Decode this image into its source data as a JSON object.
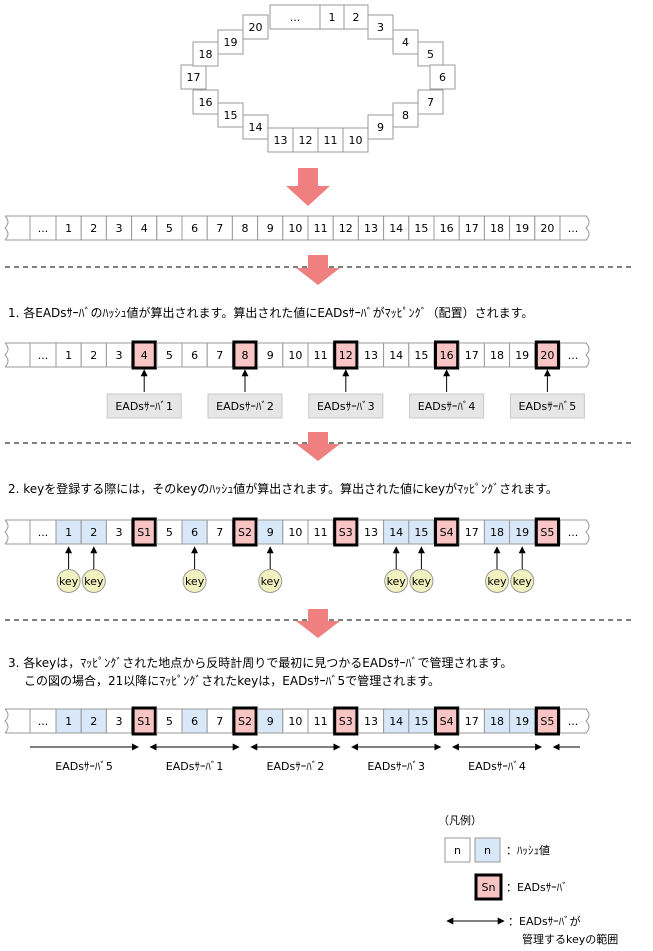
{
  "ring": {
    "cells": [
      "...",
      "1",
      "2",
      "3",
      "4",
      "5",
      "6",
      "7",
      "8",
      "9",
      "10",
      "11",
      "12",
      "13",
      "14",
      "15",
      "16",
      "17",
      "18",
      "19",
      "20"
    ]
  },
  "strip": {
    "ellipsis": "...",
    "cells": [
      "1",
      "2",
      "3",
      "4",
      "5",
      "6",
      "7",
      "8",
      "9",
      "10",
      "11",
      "12",
      "13",
      "14",
      "15",
      "16",
      "17",
      "18",
      "19",
      "20"
    ]
  },
  "step1": {
    "text": "1.  各EADsｻｰﾊﾞのﾊｯｼｭ値が算出されます。算出された値にEADsｻｰﾊﾞがﾏｯﾋﾟﾝｸﾞ（配置）されます。",
    "cells": [
      "1",
      "2",
      "3",
      "4",
      "5",
      "6",
      "7",
      "8",
      "9",
      "10",
      "11",
      "12",
      "13",
      "14",
      "15",
      "16",
      "17",
      "18",
      "19",
      "20"
    ],
    "servers": [
      {
        "cell": "4",
        "label": "EADsｻｰﾊﾞ1"
      },
      {
        "cell": "8",
        "label": "EADsｻｰﾊﾞ2"
      },
      {
        "cell": "12",
        "label": "EADsｻｰﾊﾞ3"
      },
      {
        "cell": "16",
        "label": "EADsｻｰﾊﾞ4"
      },
      {
        "cell": "20",
        "label": "EADsｻｰﾊﾞ5"
      }
    ]
  },
  "step2": {
    "text": "2.  keyを登録する際には，そのkeyのﾊｯｼｭ値が算出されます。算出された値にkeyがﾏｯﾋﾟﾝｸﾞされます。",
    "cells": [
      "1",
      "2",
      "3",
      "S1",
      "5",
      "6",
      "7",
      "S2",
      "9",
      "10",
      "11",
      "S3",
      "13",
      "14",
      "15",
      "S4",
      "17",
      "18",
      "19",
      "S5"
    ],
    "key_label": "key",
    "key_cells": [
      "1",
      "2",
      "6",
      "9",
      "14",
      "15",
      "18",
      "19"
    ]
  },
  "step3": {
    "text_line1": "3.  各keyは，ﾏｯﾋﾟﾝｸﾞされた地点から反時計周りで最初に見つかるEADsｻｰﾊﾞで管理されます。",
    "text_line2": "この図の場合，21以降にﾏｯﾋﾟﾝｸﾞされたkeyは，EADsｻｰﾊﾞ5で管理されます。",
    "cells": [
      "1",
      "2",
      "3",
      "S1",
      "5",
      "6",
      "7",
      "S2",
      "9",
      "10",
      "11",
      "S3",
      "13",
      "14",
      "15",
      "S4",
      "17",
      "18",
      "19",
      "S5"
    ],
    "ranges": [
      "EADsｻｰﾊﾞ5",
      "EADsｻｰﾊﾞ1",
      "EADsｻｰﾊﾞ2",
      "EADsｻｰﾊﾞ3",
      "EADsｻｰﾊﾞ4"
    ]
  },
  "legend": {
    "title": "（凡例）",
    "hash_sample": "n",
    "hash_label": "：ﾊｯｼｭ値",
    "server_sample": "Sn",
    "server_label": "：EADsｻｰﾊﾞ",
    "range_label_1": "：EADsｻｰﾊﾞが",
    "range_label_2": "管理するkeyの範囲"
  },
  "colors": {
    "server_fill": "#f8c4c4",
    "key_cell_fill": "#d8e8f8",
    "key_circle_fill": "#f2f2c0",
    "label_box_fill": "#e6e6e6",
    "flow_arrow": "#f08080",
    "border": "#999999"
  }
}
